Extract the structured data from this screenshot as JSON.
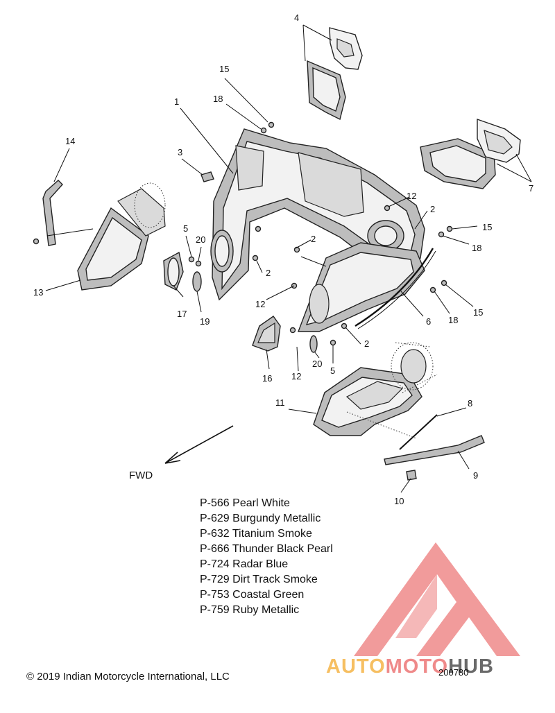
{
  "callouts": {
    "c1": "1",
    "c2a": "2",
    "c2b": "2",
    "c2c": "2",
    "c2d": "2",
    "c3": "3",
    "c4": "4",
    "c5a": "5",
    "c5b": "5",
    "c6": "6",
    "c7": "7",
    "c8": "8",
    "c9": "9",
    "c10": "10",
    "c11": "11",
    "c12a": "12",
    "c12b": "12",
    "c12c": "12",
    "c13": "13",
    "c14": "14",
    "c15a": "15",
    "c15b": "15",
    "c15c": "15",
    "c16": "16",
    "c17": "17",
    "c18a": "18",
    "c18b": "18",
    "c18c": "18",
    "c19": "19",
    "c20a": "20",
    "c20b": "20"
  },
  "direction_label": "FWD",
  "color_codes": [
    "P-566 Pearl White",
    "P-629 Burgundy Metallic",
    "P-632 Titanium Smoke",
    "P-666 Thunder Black Pearl",
    "P-724 Radar Blue",
    "P-729 Dirt Track Smoke",
    "P-753 Coastal Green",
    "P-759 Ruby Metallic"
  ],
  "copyright": "© 2019 Indian Motorcycle International, LLC",
  "drawing_number": "200780",
  "watermark": {
    "part1": "AUTO",
    "part2": "MOTO",
    "part3": "HUB",
    "colors": {
      "auto": "#f6bf62",
      "moto": "#ef8a8a",
      "hub": "#6a6a6a"
    }
  }
}
